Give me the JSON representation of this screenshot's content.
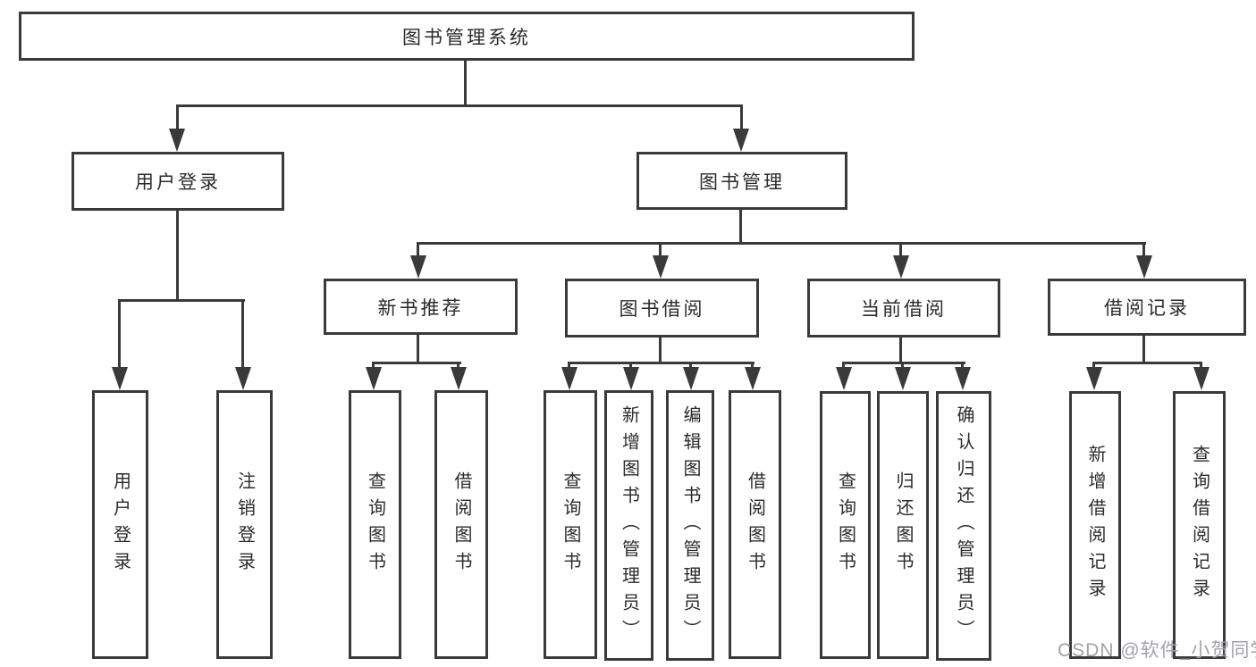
{
  "diagram": {
    "nodes": {
      "root": {
        "label": "图书管理系统"
      },
      "user_login": {
        "label": "用户登录"
      },
      "book_mgmt": {
        "label": "图书管理"
      },
      "new_book": {
        "label": "新书推荐"
      },
      "book_borrow": {
        "label": "图书借阅"
      },
      "current_borrow": {
        "label": "当前借阅"
      },
      "borrow_record": {
        "label": "借阅记录"
      },
      "leaves": {
        "user_login": [
          "用户登录",
          "注销登录"
        ],
        "new_book": [
          "查询图书",
          "借阅图书"
        ],
        "book_borrow": [
          "查询图书",
          "新增图书（管理员）",
          "编辑图书（管理员）",
          "借阅图书"
        ],
        "current_borrow": [
          "查询图书",
          "归还图书",
          "确认归还（管理员）"
        ],
        "borrow_record": [
          "新增借阅记录",
          "查询借阅记录"
        ]
      }
    }
  },
  "watermark": {
    "text": "CSDN @软件_小贺同学",
    "color": "#a2a2aa"
  },
  "colors": {
    "line": "#3a3a3a",
    "text": "#2b2b2b",
    "background": "#ffffff"
  }
}
